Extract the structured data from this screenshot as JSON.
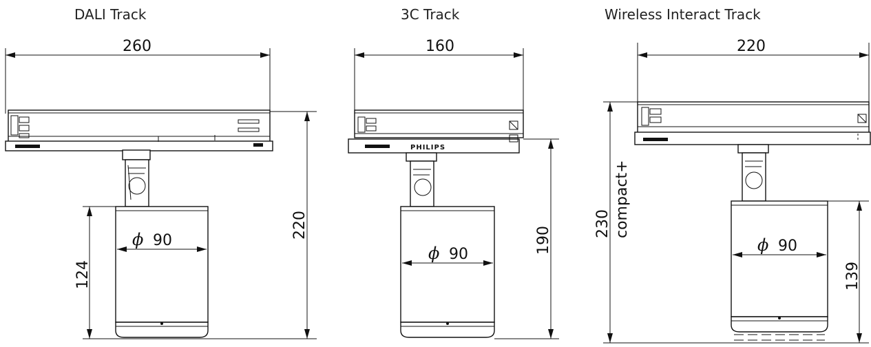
{
  "titles": {
    "dali": "DALI Track",
    "c3": "3C Track",
    "wireless": "Wireless Interact Track"
  },
  "dimensions": {
    "dali": {
      "width": "260",
      "height": "220",
      "body_height": "124",
      "diameter": "90",
      "diameter_symbol": "ϕ"
    },
    "c3": {
      "width": "160",
      "height": "190",
      "diameter": "90",
      "diameter_symbol": "ϕ"
    },
    "wireless": {
      "width": "220",
      "height": "230",
      "height_note": "compact+",
      "body_height": "139",
      "diameter": "90",
      "diameter_symbol": "ϕ"
    }
  },
  "brand_label": "PHILIPS"
}
